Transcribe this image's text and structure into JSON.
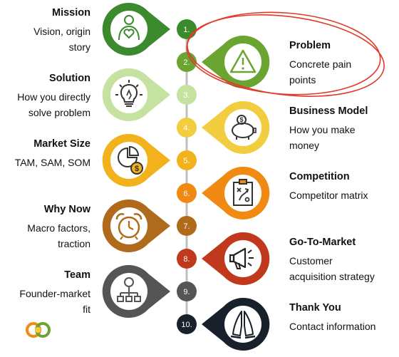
{
  "steps": [
    {
      "number": "1.",
      "title": "Mission",
      "desc_lines": [
        "Vision, origin",
        "story"
      ],
      "side": "left",
      "color": "#3c8a2e",
      "icon": "heart-person-icon"
    },
    {
      "number": "2.",
      "title": "Problem",
      "desc_lines": [
        "Concrete pain",
        "points"
      ],
      "side": "right",
      "color": "#6aa531",
      "icon": "warning-triangle-icon"
    },
    {
      "number": "3.",
      "title": "Solution",
      "desc_lines": [
        "How you directly",
        "solve problem"
      ],
      "side": "left",
      "color": "#c6e2a0",
      "icon": "lightbulb-icon"
    },
    {
      "number": "4.",
      "title": "Business Model",
      "desc_lines": [
        "How you make",
        "money"
      ],
      "side": "right",
      "color": "#f2cd3f",
      "icon": "piggy-bank-icon"
    },
    {
      "number": "5.",
      "title": "Market Size",
      "desc_lines": [
        "TAM, SAM, SOM"
      ],
      "side": "left",
      "color": "#f2b21c",
      "icon": "pie-chart-dollar-icon"
    },
    {
      "number": "6.",
      "title": "Competition",
      "desc_lines": [
        "Competitor matrix"
      ],
      "side": "right",
      "color": "#f08a12",
      "icon": "strategy-clipboard-icon"
    },
    {
      "number": "7.",
      "title": "Why Now",
      "desc_lines": [
        "Macro factors,",
        "traction"
      ],
      "side": "left",
      "color": "#b06a1c",
      "icon": "alarm-clock-icon"
    },
    {
      "number": "8.",
      "title": "Go-To-Market",
      "desc_lines": [
        "Customer",
        "acquisition strategy"
      ],
      "side": "right",
      "color": "#c0391c",
      "icon": "megaphone-icon"
    },
    {
      "number": "9.",
      "title": "Team",
      "desc_lines": [
        "Founder-market",
        "fit"
      ],
      "side": "left",
      "color": "#555555",
      "icon": "org-chart-icon"
    },
    {
      "number": "10.",
      "title": "Thank You",
      "desc_lines": [
        "Contact information"
      ],
      "side": "right",
      "color": "#17202b",
      "icon": "praying-hands-icon"
    }
  ],
  "logo": {
    "name": "logo-icon",
    "colors": [
      "#f08a12",
      "#6aa531"
    ]
  },
  "annotation": {
    "color": "#e03a2a"
  }
}
